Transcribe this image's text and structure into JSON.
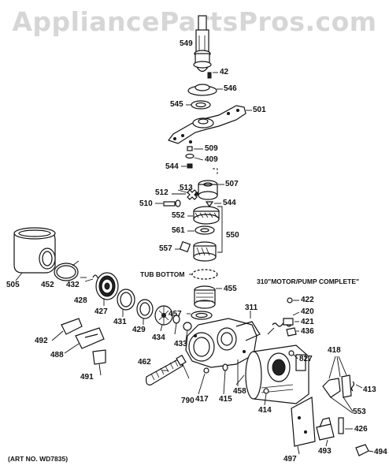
{
  "watermark": "AppliancePartsPros.com",
  "art_number": "(ART NO. WD7835)",
  "annotations": {
    "tub_bottom": "TUB BOTTOM",
    "motor_pump": "310\"MOTOR/PUMP COMPLETE\""
  },
  "parts": {
    "p549": "549",
    "p42": "42",
    "p546": "546",
    "p545": "545",
    "p501": "501",
    "p509": "509",
    "p409": "409",
    "p544a": "544",
    "p507": "507",
    "p512": "512",
    "p513": "513",
    "p510": "510",
    "p544b": "544",
    "p552": "552",
    "p561": "561",
    "p550": "550",
    "p557": "557",
    "p505": "505",
    "p452": "452",
    "p432": "432",
    "p428": "428",
    "p455": "455",
    "p427": "427",
    "p431": "431",
    "p429": "429",
    "p434": "434",
    "p457": "457",
    "p433": "433",
    "p311": "311",
    "p422": "422",
    "p420": "420",
    "p421": "421",
    "p436": "436",
    "p492": "492",
    "p488": "488",
    "p491": "491",
    "p462": "462",
    "p790": "790",
    "p417": "417",
    "p415": "415",
    "p458": "458",
    "p827": "827",
    "p418": "418",
    "p413": "413",
    "p414": "414",
    "p553": "553",
    "p426": "426",
    "p497": "497",
    "p493": "493",
    "p494": "494"
  }
}
